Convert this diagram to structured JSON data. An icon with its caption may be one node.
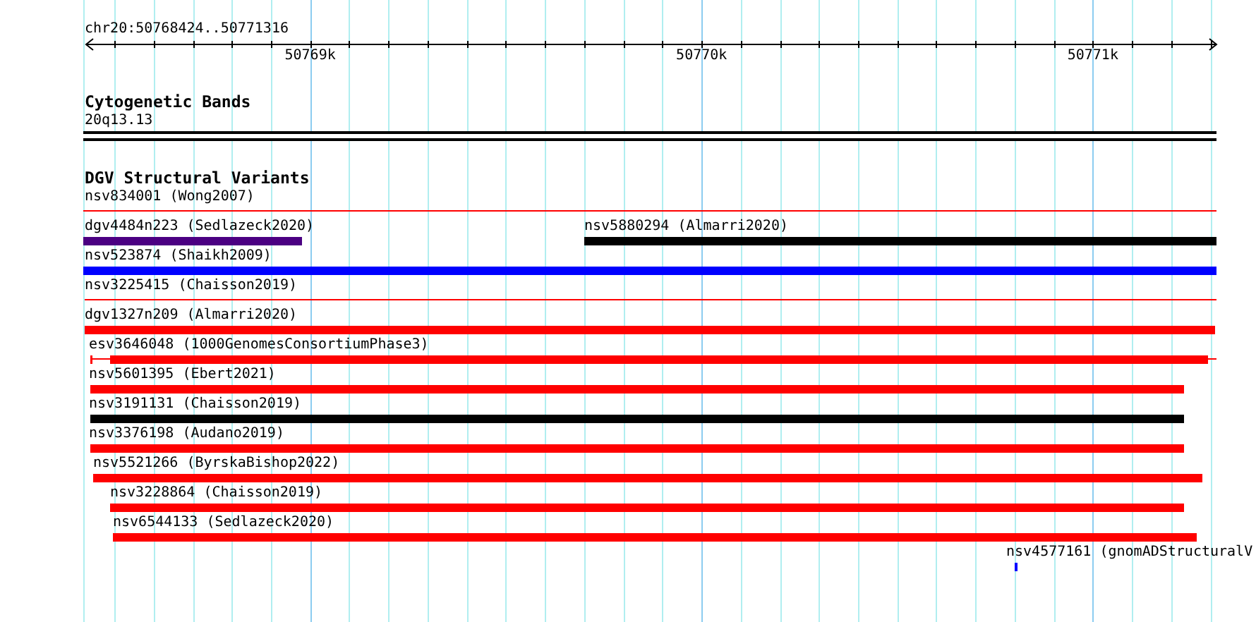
{
  "diagram": {
    "nodes": [
      {
        "text": [
          "20q13.13"
        ]
      },
      {
        "text": [
          "nsv834001 (Wong2007)"
        ]
      },
      {
        "text": [
          "dgv4484n223 (Sedlazeck2020)"
        ]
      },
      {
        "text": [
          "nsv5880294 (Almarri2020)"
        ]
      },
      {
        "text": [
          "nsv523874 (Shaikh2009)"
        ]
      },
      {
        "text": [
          "nsv3225415 (Chaisson2019)"
        ]
      },
      {
        "text": [
          "dgv1327n209 (Almarri2020)"
        ]
      },
      {
        "text": [
          "esv3646048 (1000GenomesConsortiumPhase3)"
        ]
      },
      {
        "text": [
          "nsv5601395 (Ebert2021)"
        ]
      },
      {
        "text": [
          "nsv3191131 (Chaisson2019)"
        ]
      },
      {
        "text": [
          "nsv3376198 (Audano2019)"
        ]
      },
      {
        "text": [
          "nsv5521266 (ByrskaBishop2022)"
        ]
      },
      {
        "text": [
          "nsv3228864 (Chaisson2019)"
        ]
      },
      {
        "text": [
          "nsv6544133 (Sedlazeck2020)"
        ]
      },
      {
        "text": [
          "nsv4577161 (gnomADStructuralV"
        ]
      }
    ],
    "labels": [
      "chr20:50768424..50771316",
      "50769k",
      "50770k",
      "50771k",
      "Cytogenetic Bands",
      "DGV Structural Variants"
    ]
  }
}
